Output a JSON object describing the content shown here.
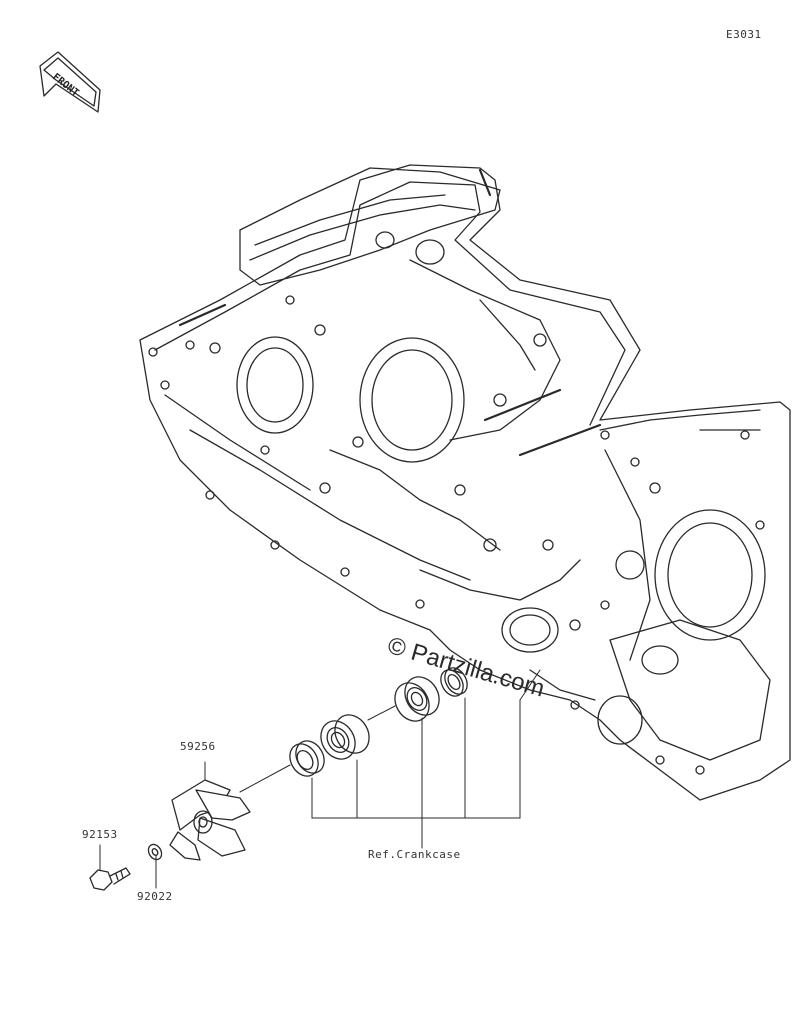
{
  "diagram_code": "E3031",
  "front_label": "FRONT",
  "watermark": "© Partzilla.com",
  "parts": {
    "impeller": "59256",
    "bolt": "92153",
    "washer": "92022"
  },
  "reference_label": "Ref.Crankcase"
}
